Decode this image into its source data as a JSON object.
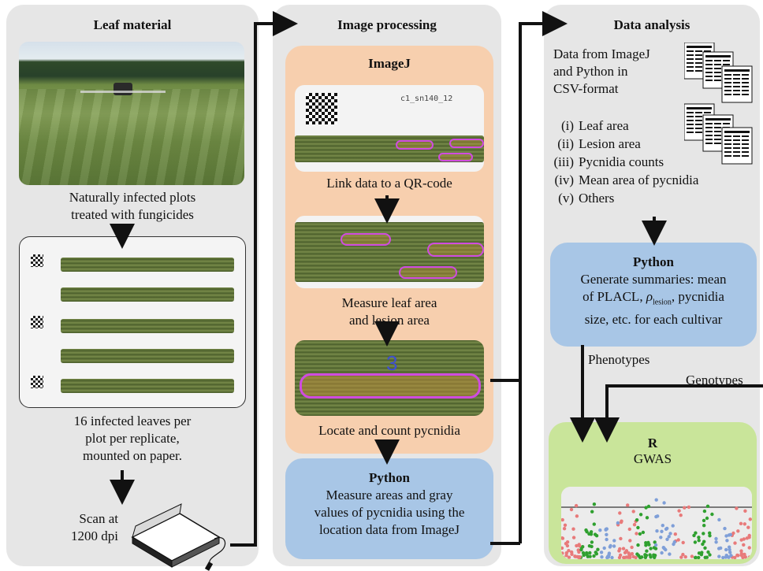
{
  "panels": {
    "leaf": {
      "title": "Leaf material"
    },
    "processing": {
      "title": "Image processing"
    },
    "analysis": {
      "title": "Data analysis"
    }
  },
  "leaf": {
    "caption_field": [
      "Naturally infected plots",
      "treated with fungicides"
    ],
    "caption_leaves": [
      "16 infected leaves per",
      "plot per replicate,",
      "mounted on paper."
    ],
    "scan": [
      "Scan at",
      "1200 dpi"
    ]
  },
  "processing": {
    "imagej": {
      "title": "ImageJ",
      "qr_label": "c1_sn140_12",
      "step1": "Link data to a QR-code",
      "step2": [
        "Measure leaf area",
        "and lesion area"
      ],
      "step3": "Locate and count pycnidia"
    },
    "python": {
      "title": "Python",
      "desc": [
        "Measure areas and gray",
        "values of pycnidia using the",
        "location data from ImageJ"
      ]
    }
  },
  "analysis": {
    "intro": [
      "Data from ImageJ",
      "and Python in",
      "CSV-format"
    ],
    "items": [
      {
        "num": "(i)",
        "label": "Leaf area"
      },
      {
        "num": "(ii)",
        "label": "Lesion area"
      },
      {
        "num": "(iii)",
        "label": "Pycnidia counts"
      },
      {
        "num": "(iv)",
        "label": "Mean area of pycnidia"
      },
      {
        "num": "(v)",
        "label": "Others"
      }
    ],
    "python": {
      "title": "Python",
      "line1": "Generate summaries: mean",
      "line2a": "of PLACL, ",
      "rho": "ρ",
      "rho_sub": "lesion",
      "line2b": ", pycnidia",
      "line3": "size, etc. for each cultivar"
    },
    "phenotypes": "Phenotypes",
    "genotypes": "Genotypes",
    "r": {
      "title": "R",
      "subtitle": "GWAS"
    }
  },
  "colors": {
    "orange": "#f7cfae",
    "blue": "#a8c6e6",
    "green": "#c9e59a",
    "lesion": "#d04be0"
  }
}
